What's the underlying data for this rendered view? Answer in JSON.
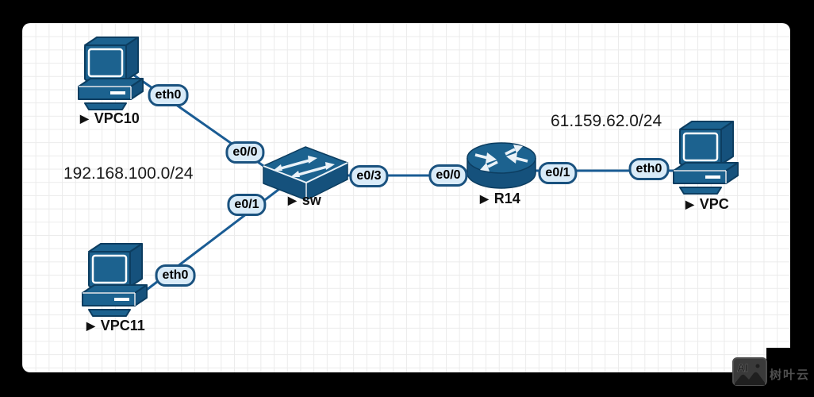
{
  "diagram": {
    "node_marker": "▶",
    "nodes": [
      {
        "id": "vpc10",
        "type": "computer",
        "label": "VPC10"
      },
      {
        "id": "vpc11",
        "type": "computer",
        "label": "VPC11"
      },
      {
        "id": "sw",
        "type": "switch",
        "label": "sw"
      },
      {
        "id": "r14",
        "type": "router",
        "label": "R14"
      },
      {
        "id": "vpc",
        "type": "computer",
        "label": "VPC"
      }
    ],
    "interfaces": [
      {
        "id": "vpc10-eth0",
        "label": "eth0"
      },
      {
        "id": "sw-e0-0",
        "label": "e0/0"
      },
      {
        "id": "sw-e0-1",
        "label": "e0/1"
      },
      {
        "id": "sw-e0-3",
        "label": "e0/3"
      },
      {
        "id": "r14-e0-0",
        "label": "e0/0"
      },
      {
        "id": "r14-e0-1",
        "label": "e0/1"
      },
      {
        "id": "vpc-eth0",
        "label": "eth0"
      },
      {
        "id": "vpc11-eth0",
        "label": "eth0"
      }
    ],
    "links": [
      {
        "from": "vpc10",
        "to": "sw"
      },
      {
        "from": "vpc11",
        "to": "sw"
      },
      {
        "from": "sw",
        "to": "r14"
      },
      {
        "from": "r14",
        "to": "vpc"
      }
    ],
    "network_labels": [
      {
        "text": "192.168.100.0/24"
      },
      {
        "text": "61.159.62.0/24"
      }
    ],
    "colors": {
      "node_blue": "#1c628f",
      "node_blue_dark": "#15517c",
      "node_outline": "#0c3d60",
      "link": "#1a5c94",
      "pill_bg": "#d9ebf8",
      "pill_border": "#1a527f",
      "grid": "#ebebeb",
      "canvas_bg": "#ffffff",
      "frame_bg": "#000000"
    }
  },
  "watermark": {
    "icon_label": "AI",
    "text": "树叶云"
  }
}
